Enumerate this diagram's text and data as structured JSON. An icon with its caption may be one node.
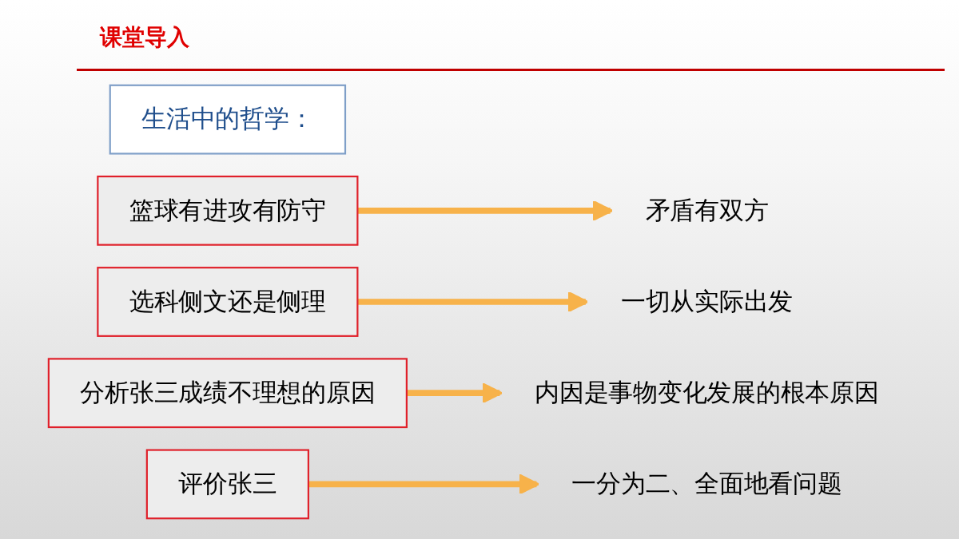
{
  "diagram": {
    "title": "课堂导入",
    "nodes": [
      {
        "text": [
          "生活中的哲学："
        ]
      },
      {
        "text": [
          "篮球有进攻有防守"
        ]
      },
      {
        "text": [
          "矛盾有双方"
        ]
      },
      {
        "text": [
          "选科侧文还是侧理"
        ]
      },
      {
        "text": [
          "一切从实际出发"
        ]
      },
      {
        "text": [
          "分析张三成绩不理想的原因"
        ]
      },
      {
        "text": [
          "内因是事物变化发展的根本原因"
        ]
      },
      {
        "text": [
          "评价张三"
        ]
      },
      {
        "text": [
          "一分为二、全面地看问题"
        ]
      }
    ],
    "edges": [
      {
        "from": 1,
        "to": 2,
        "arrow": "to"
      },
      {
        "from": 3,
        "to": 4,
        "arrow": "to"
      },
      {
        "from": 5,
        "to": 6,
        "arrow": "to"
      },
      {
        "from": 7,
        "to": 8,
        "arrow": "to"
      }
    ]
  }
}
